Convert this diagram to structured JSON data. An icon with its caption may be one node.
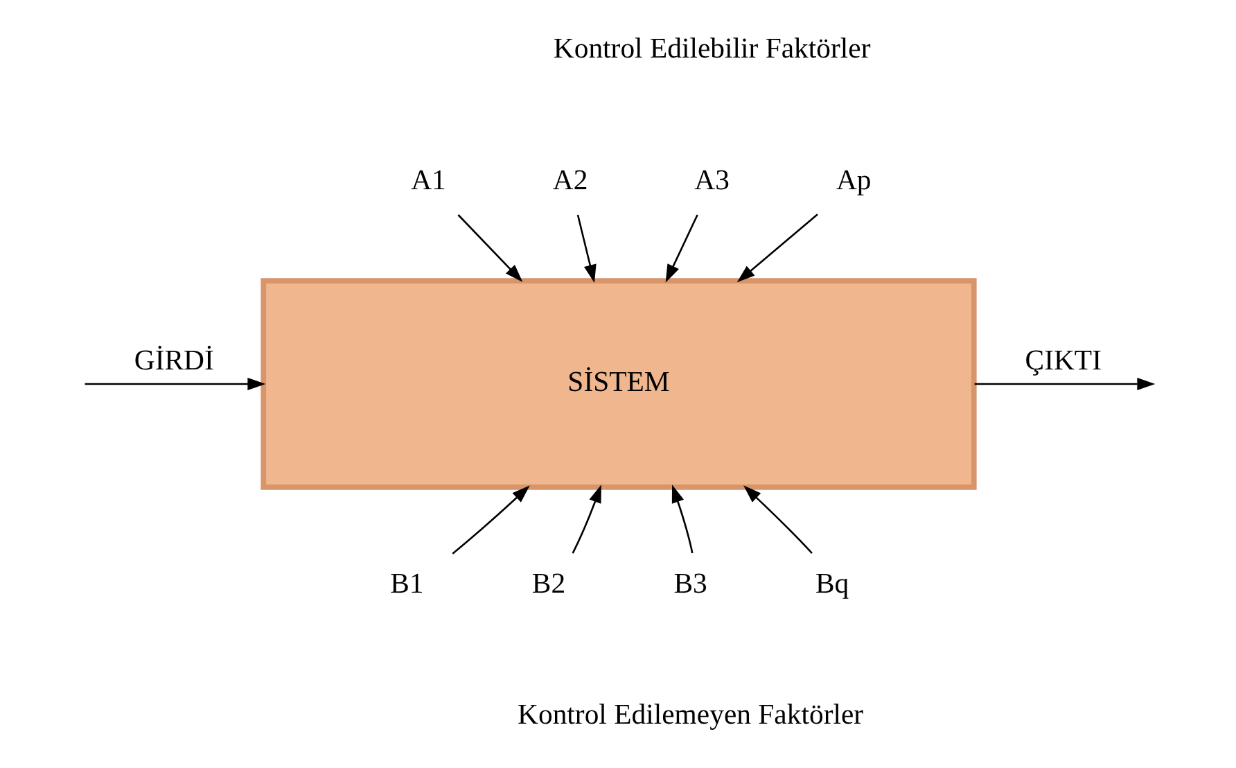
{
  "diagram": {
    "nodes": [
      {
        "text": [
          "A1"
        ]
      },
      {
        "text": [
          "A2"
        ]
      },
      {
        "text": [
          "A3"
        ]
      },
      {
        "text": [
          "Ap"
        ]
      },
      {
        "text": [
          "SİSTEM"
        ]
      },
      {
        "text": [
          "B1"
        ]
      },
      {
        "text": [
          "B2"
        ]
      },
      {
        "text": [
          "B3"
        ]
      },
      {
        "text": [
          "Bq"
        ]
      }
    ],
    "edges": [
      {
        "from": 0,
        "to": 4,
        "arrow": "to"
      },
      {
        "from": 1,
        "to": 4,
        "arrow": "to"
      },
      {
        "from": 2,
        "to": 4,
        "arrow": "to"
      },
      {
        "from": 3,
        "to": 4,
        "arrow": "to"
      },
      {
        "from": null,
        "to": 4,
        "arrow": "to",
        "label": "GİRDİ"
      },
      {
        "from": 4,
        "to": null,
        "arrow": "to",
        "label": "ÇIKTI"
      },
      {
        "from": 5,
        "to": 4,
        "arrow": "to"
      },
      {
        "from": 6,
        "to": 4,
        "arrow": "to"
      },
      {
        "from": 7,
        "to": 4,
        "arrow": "to"
      },
      {
        "from": 8,
        "to": 4,
        "arrow": "to"
      }
    ],
    "labels": [
      "Kontrol Edilebilir Faktörler",
      "Kontrol Edilemeyen Faktörler"
    ]
  }
}
